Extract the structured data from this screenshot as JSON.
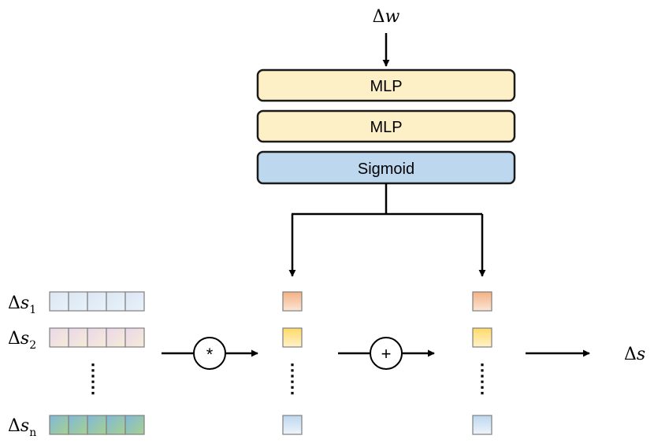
{
  "top_input": {
    "delta": "Δ",
    "symbol": "w"
  },
  "layers": [
    {
      "label": "MLP",
      "fill": "#fdefc6"
    },
    {
      "label": "MLP",
      "fill": "#fdefc6"
    },
    {
      "label": "Sigmoid",
      "fill": "#bdd7ee"
    }
  ],
  "row_labels": [
    {
      "delta": "Δ",
      "symbol": "s",
      "sub": "1"
    },
    {
      "delta": "Δ",
      "symbol": "s",
      "sub": "2"
    },
    {
      "delta": "Δ",
      "symbol": "s",
      "sub": "n"
    }
  ],
  "operators": {
    "multiply": "*",
    "add": "+"
  },
  "output": {
    "delta": "Δ",
    "symbol": "s"
  },
  "colors": {
    "stroke": "#000000",
    "cell_stroke": "#7f7f7f",
    "layer_stroke": "#1a1a1a",
    "row1": [
      "#dbe6f3",
      "#e8f2fa"
    ],
    "row2": [
      "#ead6ea",
      "#f6ecd8"
    ],
    "rown": [
      "#7fb7d9",
      "#a9d18e"
    ],
    "weight1": [
      "#f4b183",
      "#fbe5d6"
    ],
    "weight2": [
      "#ffd966",
      "#fff2cc"
    ],
    "weightn": [
      "#bdd7ee",
      "#eef4fb"
    ]
  }
}
